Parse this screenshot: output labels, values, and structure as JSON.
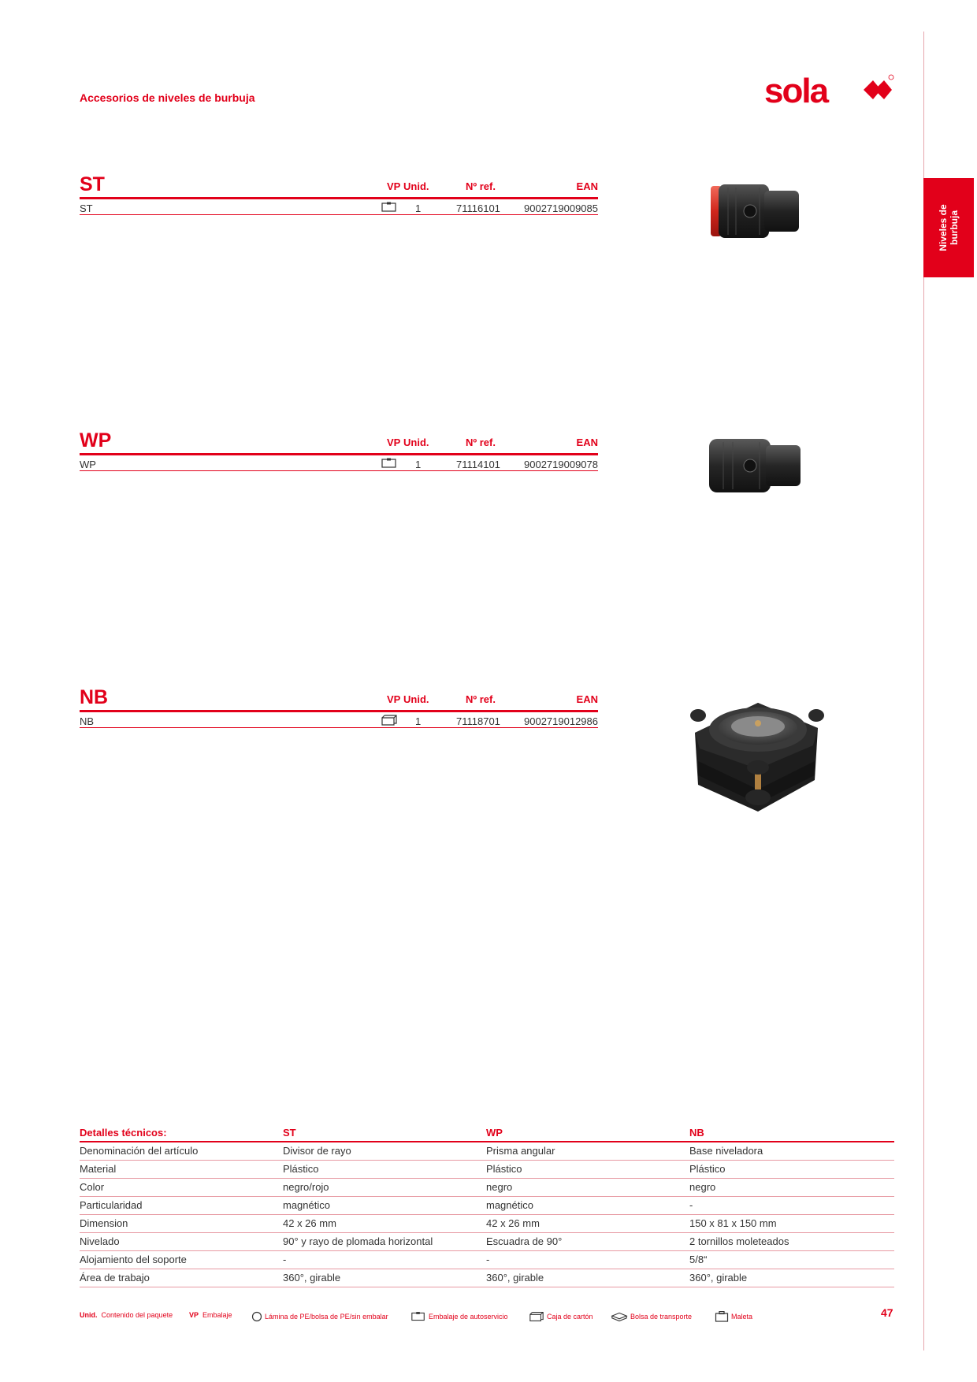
{
  "header": {
    "title": "Accesorios de niveles de burbuja",
    "logo_text": "sola"
  },
  "side_tab": {
    "line1": "Niveles de",
    "line2": "burbuja"
  },
  "table_headers": {
    "vp": "VP",
    "unid": "Unid.",
    "ref": "Nº ref.",
    "ean": "EAN"
  },
  "products": [
    {
      "name": "ST",
      "row_label": "ST",
      "package_icon": "self-service-pack-icon",
      "unid": "1",
      "ref": "71116101",
      "ean": "9002719009085"
    },
    {
      "name": "WP",
      "row_label": "WP",
      "package_icon": "self-service-pack-icon",
      "unid": "1",
      "ref": "71114101",
      "ean": "9002719009078"
    },
    {
      "name": "NB",
      "row_label": "NB",
      "package_icon": "cardboard-box-icon",
      "unid": "1",
      "ref": "71118701",
      "ean": "9002719012986"
    }
  ],
  "specs": {
    "headers": [
      "Detalles técnicos:",
      "ST",
      "WP",
      "NB"
    ],
    "rows": [
      [
        "Denominación del artículo",
        "Divisor de rayo",
        "Prisma angular",
        "Base niveladora"
      ],
      [
        "Material",
        "Plástico",
        "Plástico",
        "Plástico"
      ],
      [
        "Color",
        "negro/rojo",
        "negro",
        "negro"
      ],
      [
        "Particularidad",
        "magnético",
        "magnético",
        "-"
      ],
      [
        "Dimension",
        "42 x 26 mm",
        "42 x 26 mm",
        "150 x 81 x 150 mm"
      ],
      [
        "Nivelado",
        "90° y rayo de plomada horizontal",
        "Escuadra de 90°",
        "2 tornillos moleteados"
      ],
      [
        "Alojamiento del soporte",
        "-",
        "-",
        "5/8“"
      ],
      [
        "Área de trabajo",
        "360°, girable",
        "360°, girable",
        "360°, girable"
      ]
    ]
  },
  "footer": {
    "unid_label": "Unid.",
    "unid_text": "Contenido del paquete",
    "vp_label": "VP",
    "vp_text": "Embalaje",
    "legend": [
      {
        "icon": "circle-icon",
        "text": "Lámina de PE/bolsa de PE/sin embalar"
      },
      {
        "icon": "self-service-pack-icon",
        "text": "Embalaje de autoservicio"
      },
      {
        "icon": "cardboard-box-icon",
        "text": "Caja de cartón"
      },
      {
        "icon": "transport-bag-icon",
        "text": "Bolsa de transporte"
      },
      {
        "icon": "case-icon",
        "text": "Maleta"
      }
    ],
    "page_number": "47"
  },
  "colors": {
    "brand_red": "#e2001a",
    "thin_rule": "#e79aa3"
  }
}
